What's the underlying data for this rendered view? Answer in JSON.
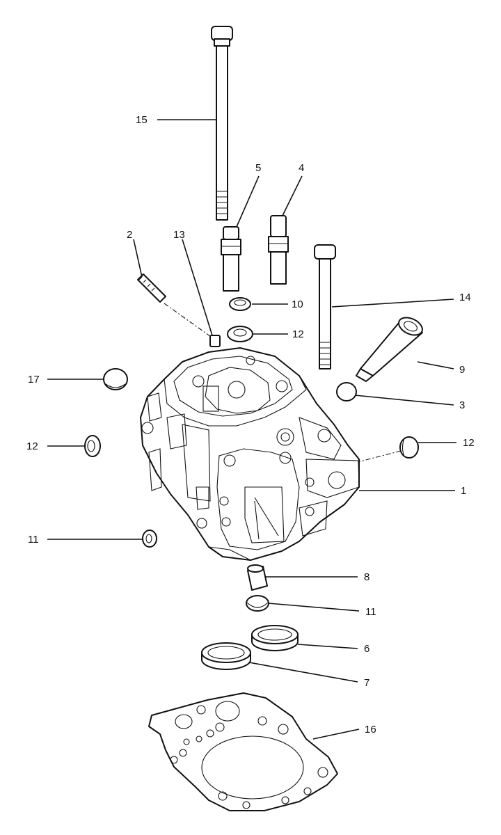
{
  "labels": {
    "p1": "1",
    "p2": "2",
    "p3": "3",
    "p4": "4",
    "p5": "5",
    "p6": "6",
    "p7": "7",
    "p8": "8",
    "p9": "9",
    "p10": "10",
    "p11a": "11",
    "p11b": "11",
    "p12a": "12",
    "p12b": "12",
    "p12c": "12",
    "p13": "13",
    "p14": "14",
    "p15": "15",
    "p16": "16",
    "p17": "17"
  }
}
